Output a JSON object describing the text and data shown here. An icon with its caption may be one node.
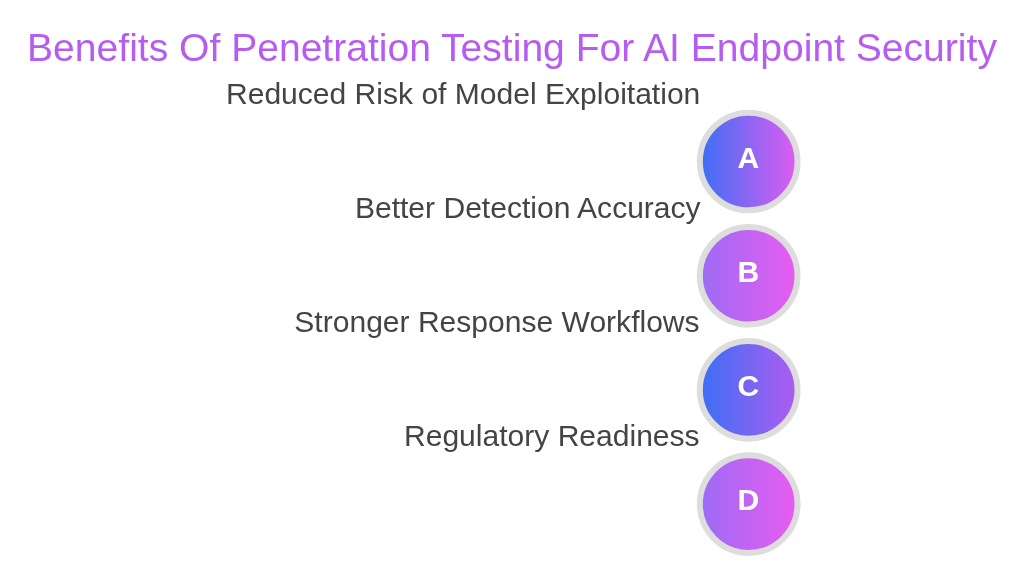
{
  "diagram": {
    "title": "Benefits Of Penetration Testing For AI Endpoint Security",
    "nodes": [
      {
        "text": [
          "A"
        ],
        "beside": [
          "Reduced Risk of Model Exploitation"
        ]
      },
      {
        "text": [
          "B"
        ],
        "beside": [
          "Better Detection Accuracy"
        ]
      },
      {
        "text": [
          "C"
        ],
        "beside": [
          "Stronger Response Workflows"
        ]
      },
      {
        "text": [
          "D"
        ],
        "beside": [
          "Regulatory Readiness"
        ]
      }
    ],
    "edges": []
  }
}
